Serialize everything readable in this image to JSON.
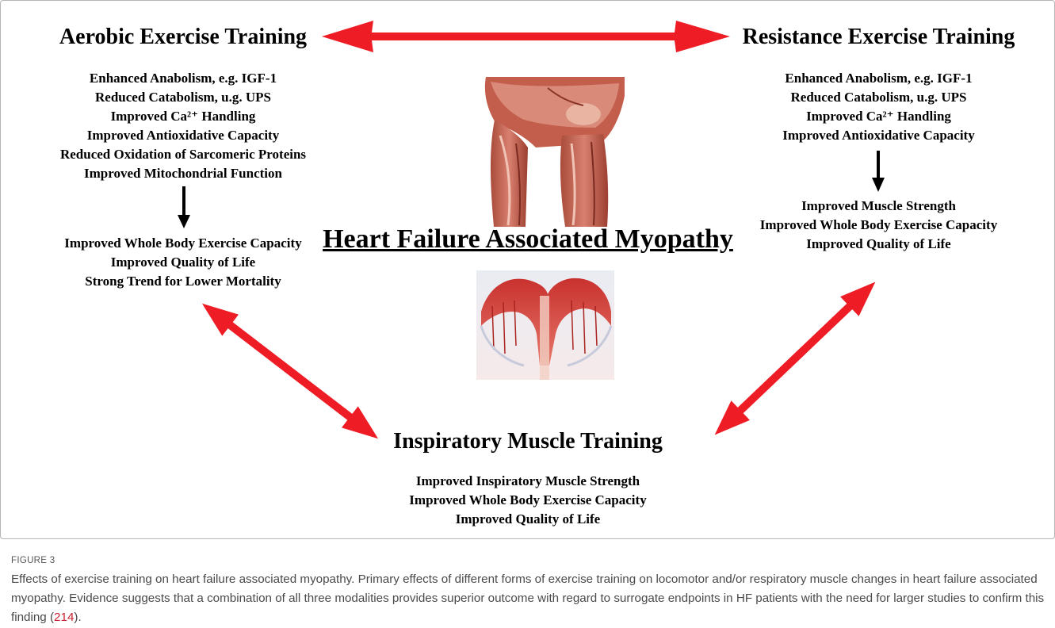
{
  "diagram": {
    "center_title": "Heart Failure Associated Myopathy",
    "aerobic": {
      "title": "Aerobic Exercise Training",
      "effects": [
        "Enhanced Anabolism, e.g. IGF-1",
        "Reduced Catabolism, u.g. UPS",
        "Improved Ca²⁺ Handling",
        "Improved Antioxidative Capacity",
        "Reduced Oxidation of Sarcomeric Proteins",
        "Improved Mitochondrial Function"
      ],
      "outcomes": [
        "Improved Whole Body Exercise Capacity",
        "Improved Quality of Life",
        "Strong Trend for Lower Mortality"
      ]
    },
    "resistance": {
      "title": "Resistance Exercise Training",
      "effects": [
        "Enhanced Anabolism, e.g. IGF-1",
        "Reduced Catabolism, u.g. UPS",
        "Improved Ca²⁺ Handling",
        "Improved Antioxidative Capacity"
      ],
      "outcomes": [
        "Improved Muscle Strength",
        "Improved Whole Body Exercise Capacity",
        "Improved Quality of Life"
      ]
    },
    "inspiratory": {
      "title": "Inspiratory Muscle Training",
      "outcomes": [
        "Improved Inspiratory Muscle Strength",
        "Improved Whole Body Exercise Capacity",
        "Improved Quality of Life"
      ]
    },
    "colors": {
      "arrow_red": "#ee1c24",
      "arrow_black": "#000000"
    }
  },
  "caption": {
    "label": "FIGURE 3",
    "text": "Effects of exercise training on heart failure associated myopathy. Primary effects of different forms of exercise training on locomotor and/or respiratory muscle changes in heart failure associated myopathy. Evidence suggests that a combination of all three modalities provides superior outcome with regard to surrogate endpoints in HF patients with the need for larger studies to confirm this finding (",
    "ref": "214",
    "end": ")."
  }
}
